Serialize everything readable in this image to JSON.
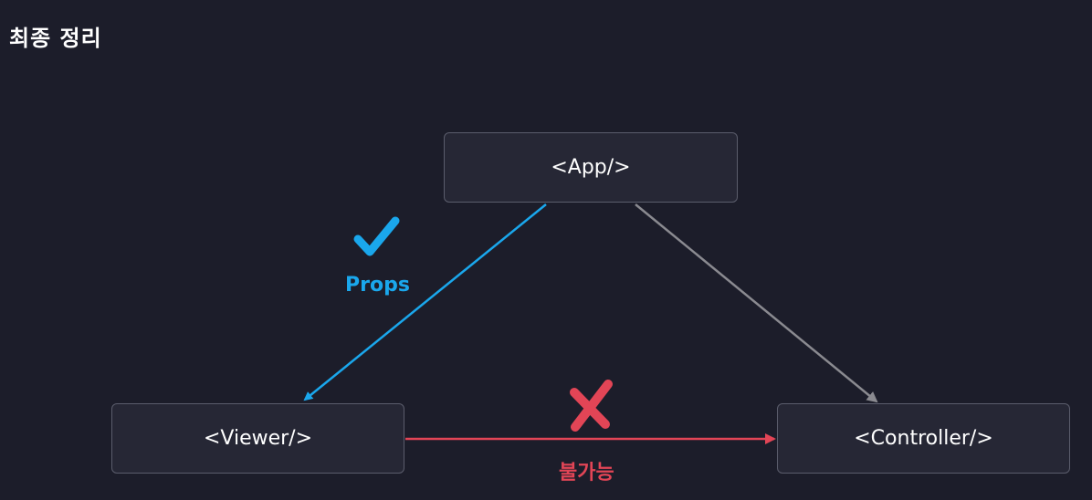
{
  "title": "최종 정리",
  "nodes": {
    "app": "<App/>",
    "viewer": "<Viewer/>",
    "controller": "<Controller/>"
  },
  "edges": {
    "props_label": "Props",
    "impossible_label": "불가능"
  },
  "icons": {
    "allowed": "checkmark-icon",
    "forbidden": "cross-icon"
  },
  "colors": {
    "background": "#1c1d2a",
    "node_fill": "#262735",
    "node_border": "#5b5d6c",
    "props": "#1aa7ec",
    "forbidden": "#e24556",
    "neutral_arrow": "#8a8a90"
  }
}
